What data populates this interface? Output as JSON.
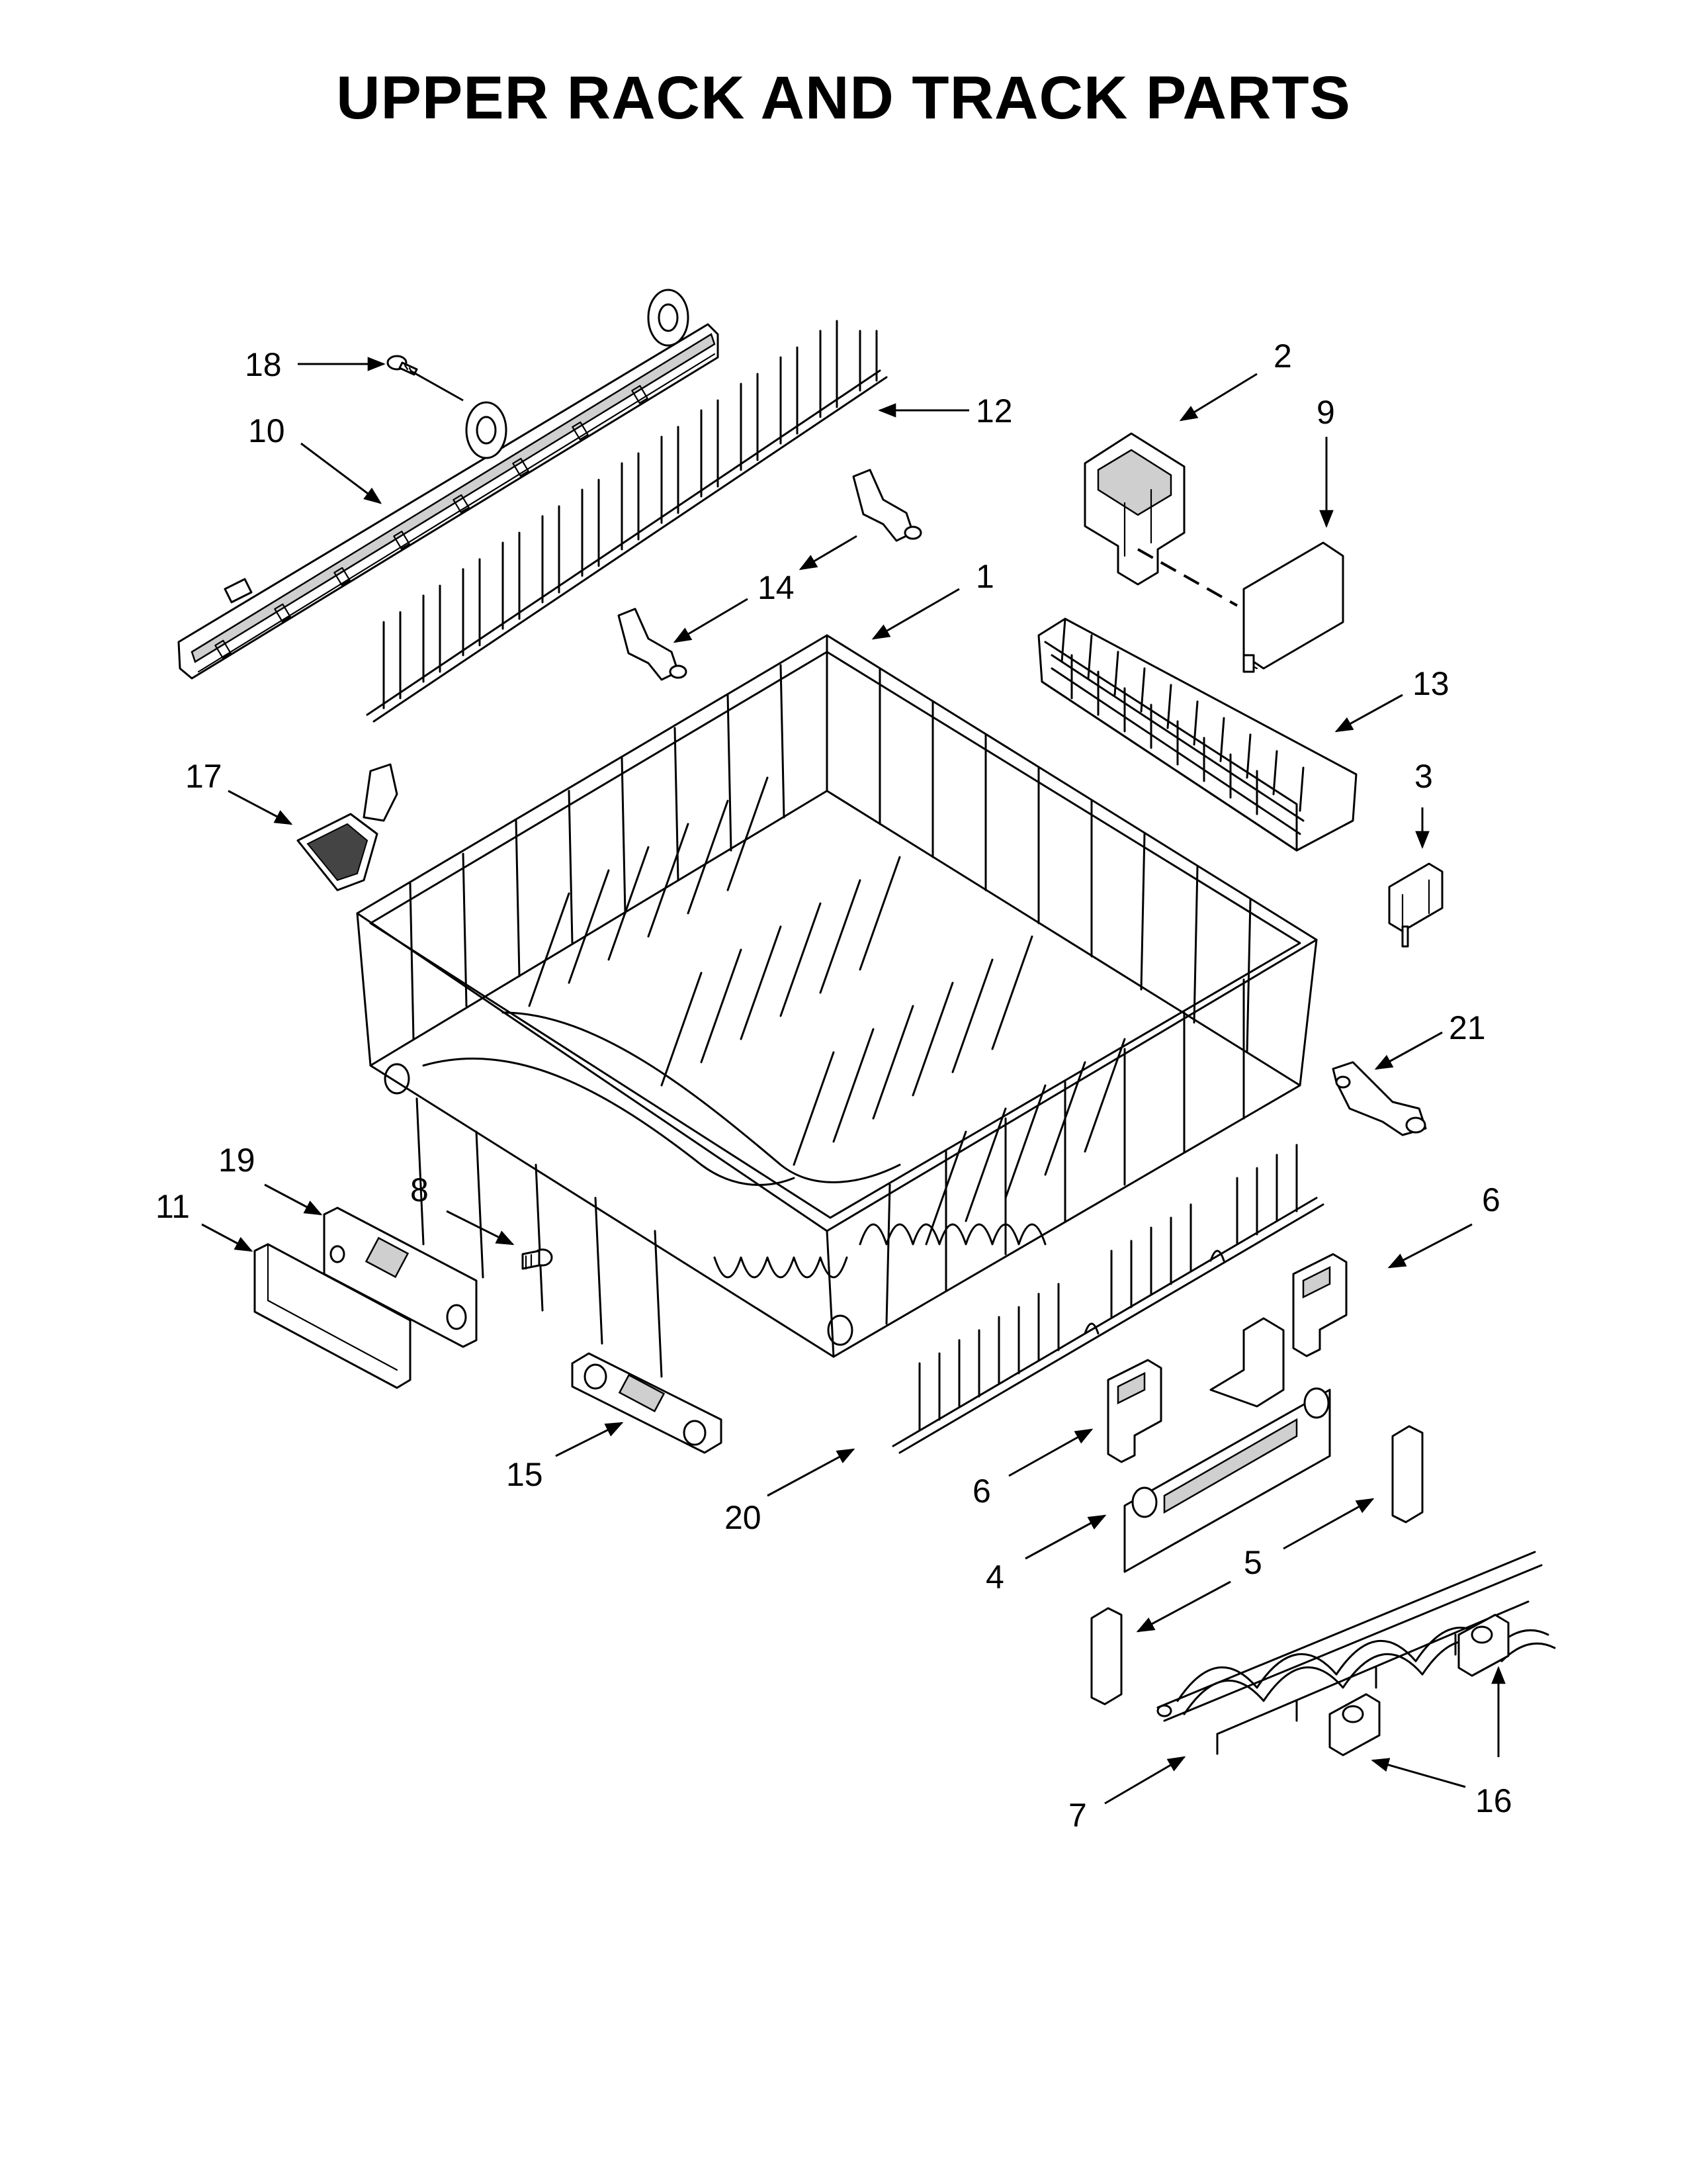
{
  "title": "UPPER RACK AND TRACK PARTS",
  "callouts": [
    {
      "id": "1",
      "label": "1"
    },
    {
      "id": "2",
      "label": "2"
    },
    {
      "id": "3",
      "label": "3"
    },
    {
      "id": "4",
      "label": "4"
    },
    {
      "id": "5",
      "label": "5"
    },
    {
      "id": "6a",
      "label": "6"
    },
    {
      "id": "6b",
      "label": "6"
    },
    {
      "id": "7",
      "label": "7"
    },
    {
      "id": "8",
      "label": "8"
    },
    {
      "id": "9",
      "label": "9"
    },
    {
      "id": "10",
      "label": "10"
    },
    {
      "id": "11",
      "label": "11"
    },
    {
      "id": "12",
      "label": "12"
    },
    {
      "id": "13",
      "label": "13"
    },
    {
      "id": "14",
      "label": "14"
    },
    {
      "id": "15",
      "label": "15"
    },
    {
      "id": "16",
      "label": "16"
    },
    {
      "id": "17",
      "label": "17"
    },
    {
      "id": "18",
      "label": "18"
    },
    {
      "id": "19",
      "label": "19"
    },
    {
      "id": "20",
      "label": "20"
    },
    {
      "id": "21",
      "label": "21"
    }
  ]
}
